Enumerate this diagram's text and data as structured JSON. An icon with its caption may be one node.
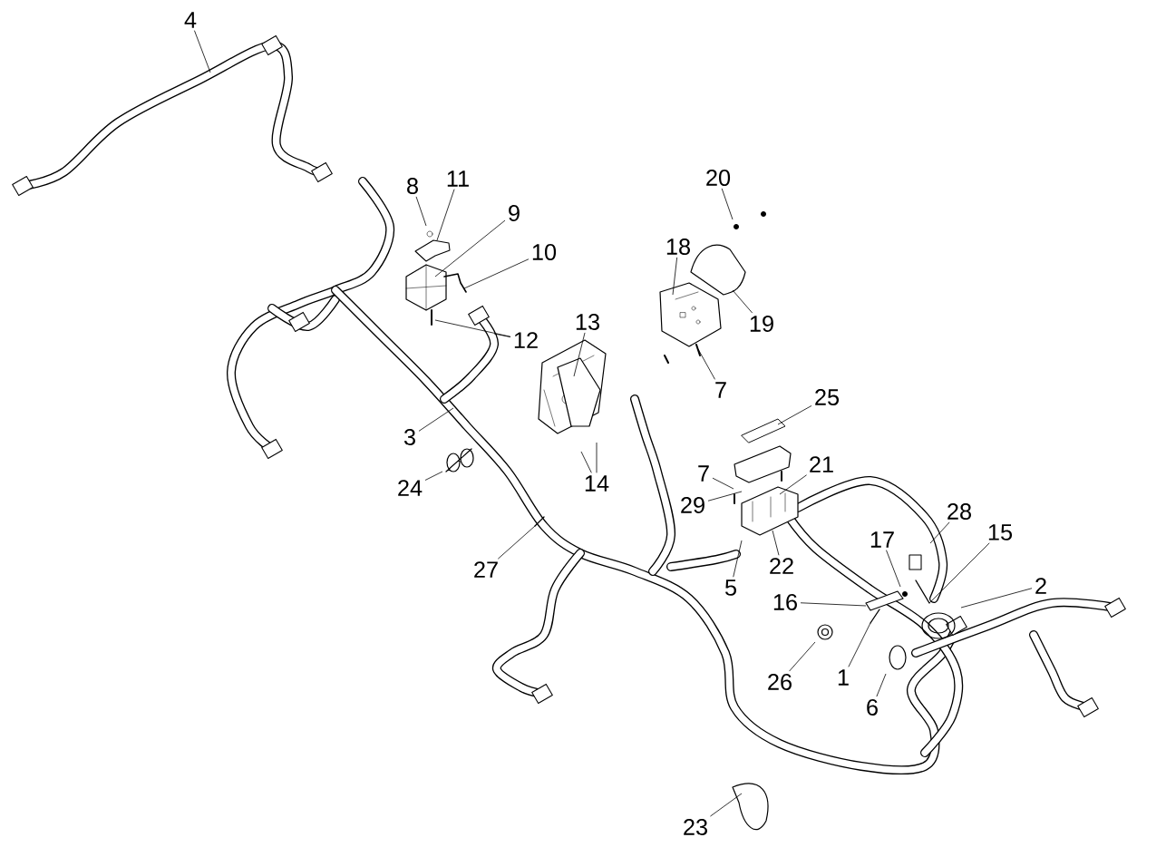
{
  "diagram": {
    "nodes": [
      {
        "text": [
          "4"
        ]
      },
      {
        "text": [
          "8"
        ]
      },
      {
        "text": [
          "11"
        ]
      },
      {
        "text": [
          "9"
        ]
      },
      {
        "text": [
          "10"
        ]
      },
      {
        "text": [
          "12"
        ]
      },
      {
        "text": [
          "3"
        ]
      },
      {
        "text": [
          "13"
        ]
      },
      {
        "text": [
          "14"
        ]
      },
      {
        "text": [
          "24"
        ]
      },
      {
        "text": [
          "27"
        ]
      },
      {
        "text": [
          "20"
        ]
      },
      {
        "text": [
          "18"
        ]
      },
      {
        "text": [
          "19"
        ]
      },
      {
        "text": [
          "7"
        ]
      },
      {
        "text": [
          "25"
        ]
      },
      {
        "text": [
          "7"
        ]
      },
      {
        "text": [
          "21"
        ]
      },
      {
        "text": [
          "29"
        ]
      },
      {
        "text": [
          "22"
        ]
      },
      {
        "text": [
          "5"
        ]
      },
      {
        "text": [
          "17"
        ]
      },
      {
        "text": [
          "28"
        ]
      },
      {
        "text": [
          "15"
        ]
      },
      {
        "text": [
          "16"
        ]
      },
      {
        "text": [
          "2"
        ]
      },
      {
        "text": [
          "1"
        ]
      },
      {
        "text": [
          "26"
        ]
      },
      {
        "text": [
          "6"
        ]
      },
      {
        "text": [
          "23"
        ]
      }
    ],
    "edges": [
      {
        "from": 0,
        "to": null,
        "arrow": "none"
      },
      {
        "from": 1,
        "to": null,
        "arrow": "none"
      },
      {
        "from": 2,
        "to": null,
        "arrow": "none"
      },
      {
        "from": 3,
        "to": null,
        "arrow": "none"
      },
      {
        "from": 4,
        "to": null,
        "arrow": "none"
      },
      {
        "from": 5,
        "to": null,
        "arrow": "none"
      },
      {
        "from": 5,
        "to": null,
        "arrow": "none"
      },
      {
        "from": 6,
        "to": null,
        "arrow": "none"
      },
      {
        "from": 7,
        "to": null,
        "arrow": "none"
      },
      {
        "from": 8,
        "to": null,
        "arrow": "none"
      },
      {
        "from": 8,
        "to": null,
        "arrow": "none"
      },
      {
        "from": 9,
        "to": null,
        "arrow": "none"
      },
      {
        "from": 10,
        "to": null,
        "arrow": "none"
      },
      {
        "from": 11,
        "to": null,
        "arrow": "none"
      },
      {
        "from": 12,
        "to": null,
        "arrow": "none"
      },
      {
        "from": 13,
        "to": null,
        "arrow": "none"
      },
      {
        "from": 14,
        "to": null,
        "arrow": "none"
      },
      {
        "from": 15,
        "to": null,
        "arrow": "none"
      },
      {
        "from": 16,
        "to": null,
        "arrow": "none"
      },
      {
        "from": 17,
        "to": null,
        "arrow": "none"
      },
      {
        "from": 18,
        "to": null,
        "arrow": "none"
      },
      {
        "from": 19,
        "to": null,
        "arrow": "none"
      },
      {
        "from": 20,
        "to": null,
        "arrow": "none"
      },
      {
        "from": 21,
        "to": null,
        "arrow": "none"
      },
      {
        "from": 22,
        "to": null,
        "arrow": "none"
      },
      {
        "from": 23,
        "to": null,
        "arrow": "none"
      },
      {
        "from": 24,
        "to": null,
        "arrow": "none"
      },
      {
        "from": 25,
        "to": null,
        "arrow": "none"
      },
      {
        "from": 26,
        "to": null,
        "arrow": "none"
      },
      {
        "from": 27,
        "to": null,
        "arrow": "none"
      },
      {
        "from": 28,
        "to": null,
        "arrow": "none"
      },
      {
        "from": 29,
        "to": null,
        "arrow": "none"
      }
    ]
  }
}
